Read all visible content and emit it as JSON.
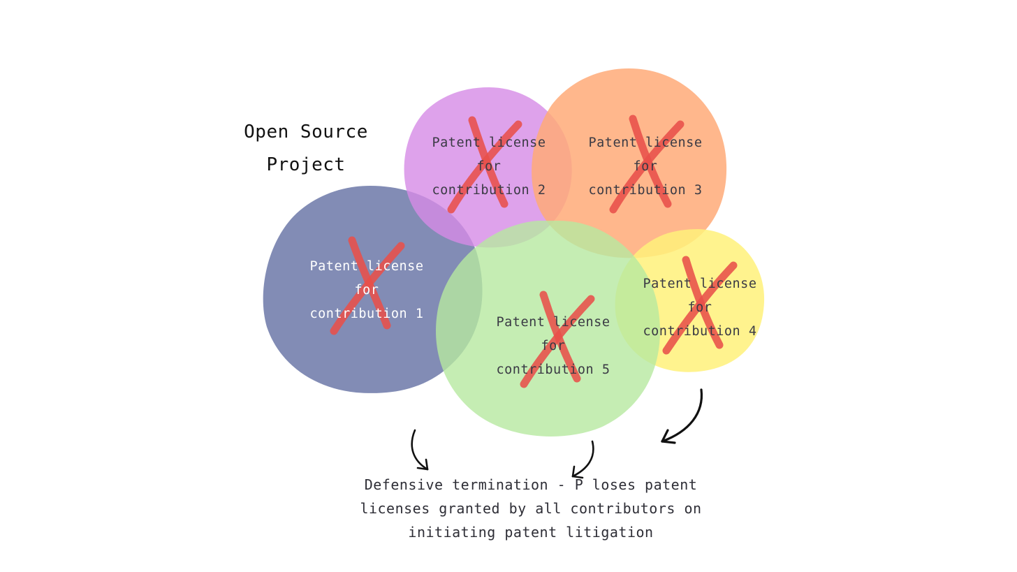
{
  "title_lines": [
    "Open Source",
    "Project"
  ],
  "contributions": [
    {
      "id": "c1",
      "label": "Patent license\nfor\ncontribution 1",
      "color": "#6c78a8",
      "text_color": "#ffffff",
      "crossed_out": true
    },
    {
      "id": "c2",
      "label": "Patent license\nfor\ncontribution 2",
      "color": "#d68be6",
      "text_color": "#3a3a44",
      "crossed_out": true
    },
    {
      "id": "c3",
      "label": "Patent license\nfor\ncontribution 3",
      "color": "#ffaa78",
      "text_color": "#3a3a44",
      "crossed_out": true
    },
    {
      "id": "c4",
      "label": "Patent license\nfor\ncontribution 4",
      "color": "#fff17a",
      "text_color": "#3a3a44",
      "crossed_out": true
    },
    {
      "id": "c5",
      "label": "Patent license\nfor\ncontribution 5",
      "color": "#b6e8a0",
      "text_color": "#3a3a44",
      "crossed_out": true
    }
  ],
  "caption_lines": [
    "Defensive termination - P loses patent",
    "licenses granted by all contributors on",
    "initiating patent litigation"
  ],
  "colors": {
    "cross_mark": "#e8504a",
    "arrow": "#111111",
    "text": "#2e2e36"
  }
}
